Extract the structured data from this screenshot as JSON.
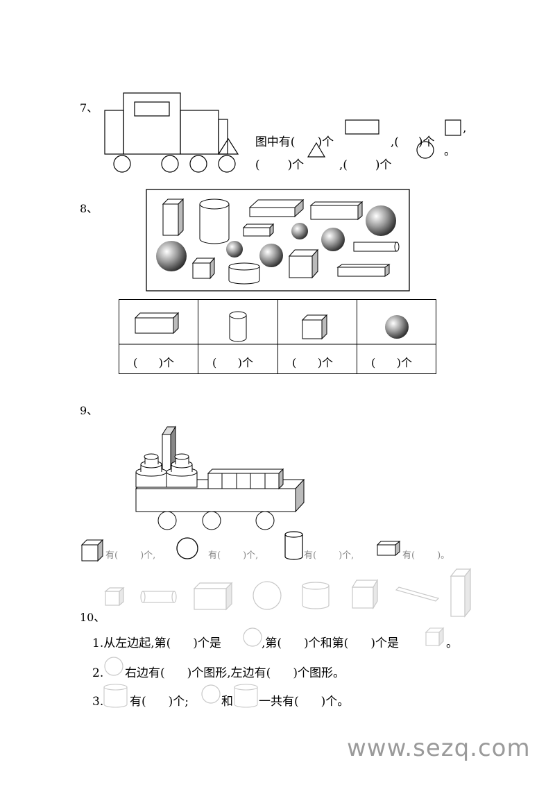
{
  "q7": {
    "number": "7、",
    "line1": {
      "a": "图中有(",
      "b": ")个",
      "c": ",(",
      "d": ")个",
      "e": ","
    },
    "line2": {
      "a": "(",
      "b": ")个",
      "c": ",(",
      "d": ")个",
      "e": "。"
    }
  },
  "q8": {
    "number": "8、",
    "table_labels": [
      "(      )个",
      "(      )个",
      "(      )个",
      "(      )个"
    ]
  },
  "q9": {
    "number": "9、",
    "answers": [
      {
        "a": "有(",
        "b": ")个,"
      },
      {
        "a": "有(",
        "b": ")个,"
      },
      {
        "a": "有(",
        "b": ")个,"
      },
      {
        "a": "有(",
        "b": ")。"
      }
    ]
  },
  "q10": {
    "number": "10、",
    "line1": {
      "a": "1.从左边起,第(",
      "b": ")个是",
      "c": ",第(",
      "d": ")个和第(",
      "e": ")个是",
      "f": "。"
    },
    "line2": {
      "a": "2.",
      "b": "右边有(",
      "c": ")个图形,左边有(",
      "d": ")个图形。"
    },
    "line3": {
      "a": "3.",
      "b": "有(",
      "c": ")个;",
      "d": "和",
      "e": "一共有(",
      "f": ")个。"
    }
  },
  "watermark": "www.sezq.com"
}
